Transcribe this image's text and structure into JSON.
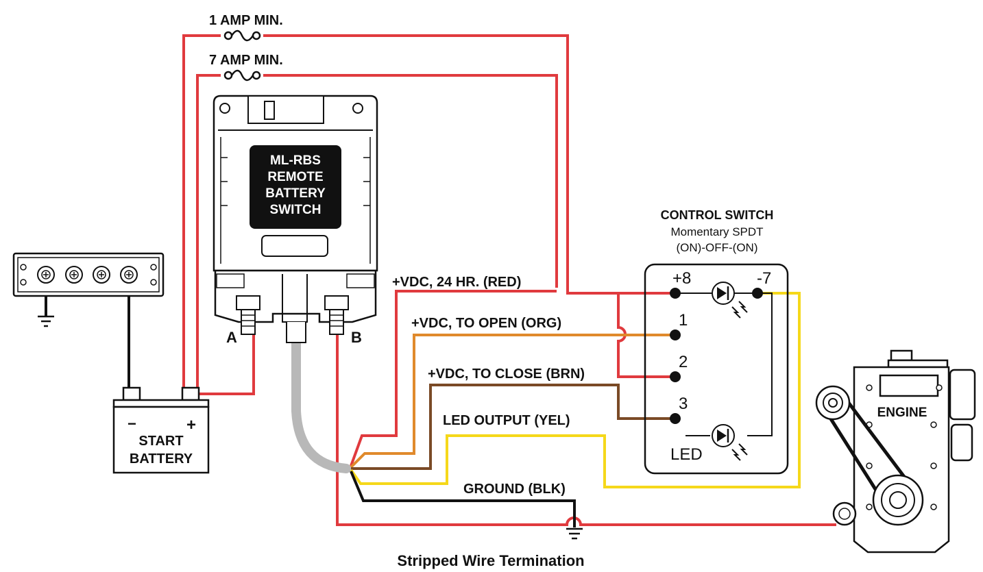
{
  "fuses": {
    "fuse1_label": "1 AMP MIN.",
    "fuse2_label": "7 AMP MIN."
  },
  "device": {
    "label_lines": [
      "ML-RBS",
      "REMOTE",
      "BATTERY",
      "SWITCH"
    ],
    "terminal_a": "A",
    "terminal_b": "B"
  },
  "battery": {
    "label_lines": [
      "START",
      "BATTERY"
    ],
    "neg_symbol": "−",
    "pos_symbol": "+"
  },
  "wires": {
    "red_24hr": "+VDC, 24 HR.  (RED)",
    "org_open": "+VDC, TO OPEN (ORG)",
    "brn_close": "+VDC, TO CLOSE (BRN)",
    "yel_led": "LED OUTPUT (YEL)",
    "blk_ground": "GROUND (BLK)"
  },
  "control_switch": {
    "title": "CONTROL SWITCH",
    "subtitle1": "Momentary SPDT",
    "subtitle2": "(ON)-OFF-(ON)",
    "pin_pos8": "+8",
    "pin_neg7": "-7",
    "pin1": "1",
    "pin2": "2",
    "pin3": "3",
    "led_label": "LED"
  },
  "engine": {
    "label": "ENGINE"
  },
  "footer": {
    "caption": "Stripped Wire Termination"
  },
  "colors": {
    "red": "#e03a3e",
    "orange": "#e08a2c",
    "brown": "#7a4a26",
    "yellow": "#f5d81a",
    "black": "#111111",
    "gray_cable": "#b8b8b8"
  }
}
